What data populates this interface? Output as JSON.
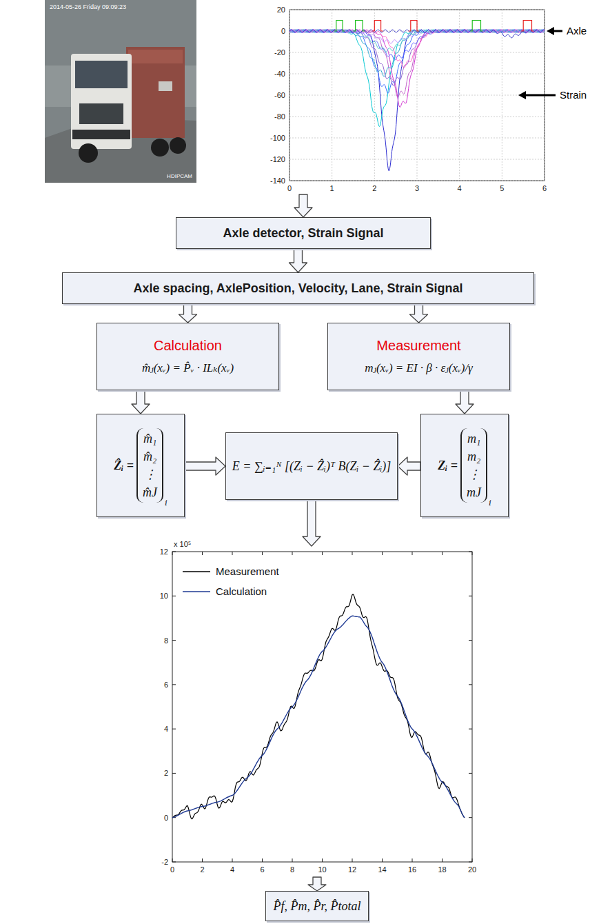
{
  "diagram": {
    "nodes": [
      {
        "text": [
          "Axle detector, Strain Signal"
        ]
      },
      {
        "text": [
          "Axle spacing, AxlePosition, Velocity, Lane, Strain Signal"
        ]
      },
      {
        "text": [
          "Calculation",
          "m̂ⱼ(xᵥ) = P̂ᵥ · ILₖ(xᵥ)"
        ]
      },
      {
        "text": [
          "Measurement",
          "mⱼ(xᵥ) = EI · β · εⱼ(xᵥ)/γ"
        ]
      },
      {
        "text": [
          "Ẑᵢ =",
          "m̂₁ m̂₂ ⋮ m̂J",
          "i"
        ]
      },
      {
        "text": [
          "E = ∑ᵢ₌₁ᴺ [(Zᵢ − Ẑᵢ)ᵀ B(Zᵢ − Ẑᵢ)]"
        ]
      },
      {
        "text": [
          "Zᵢ =",
          "m₁ m₂ ⋮ mJ",
          "i"
        ]
      },
      {
        "text": [
          "P̂f, P̂m, P̂r, P̂total"
        ]
      }
    ],
    "edges": [
      {
        "from": 0,
        "to": 1,
        "arrow": "to"
      },
      {
        "from": 1,
        "to": 2,
        "arrow": "to"
      },
      {
        "from": 1,
        "to": 3,
        "arrow": "to"
      },
      {
        "from": 2,
        "to": 4,
        "arrow": "to"
      },
      {
        "from": 3,
        "to": 6,
        "arrow": "to"
      },
      {
        "from": 4,
        "to": 5,
        "arrow": "to"
      },
      {
        "from": 6,
        "to": 5,
        "arrow": "to"
      }
    ],
    "labels": [
      "2014-05-26 Friday 09:09:23",
      "HDIPCAM",
      "Axle",
      "Strain",
      "20",
      "0",
      "-20",
      "-40",
      "-60",
      "-80",
      "-100",
      "-120",
      "-140",
      "0",
      "1",
      "2",
      "3",
      "4",
      "5",
      "6",
      "x 10⁵",
      "12",
      "10",
      "8",
      "6",
      "4",
      "2",
      "0",
      "-2",
      "0",
      "2",
      "4",
      "6",
      "8",
      "10",
      "12",
      "14",
      "16",
      "18",
      "20"
    ],
    "legend": [
      {
        "text": "Measurement"
      },
      {
        "text": "Calculation"
      }
    ]
  }
}
